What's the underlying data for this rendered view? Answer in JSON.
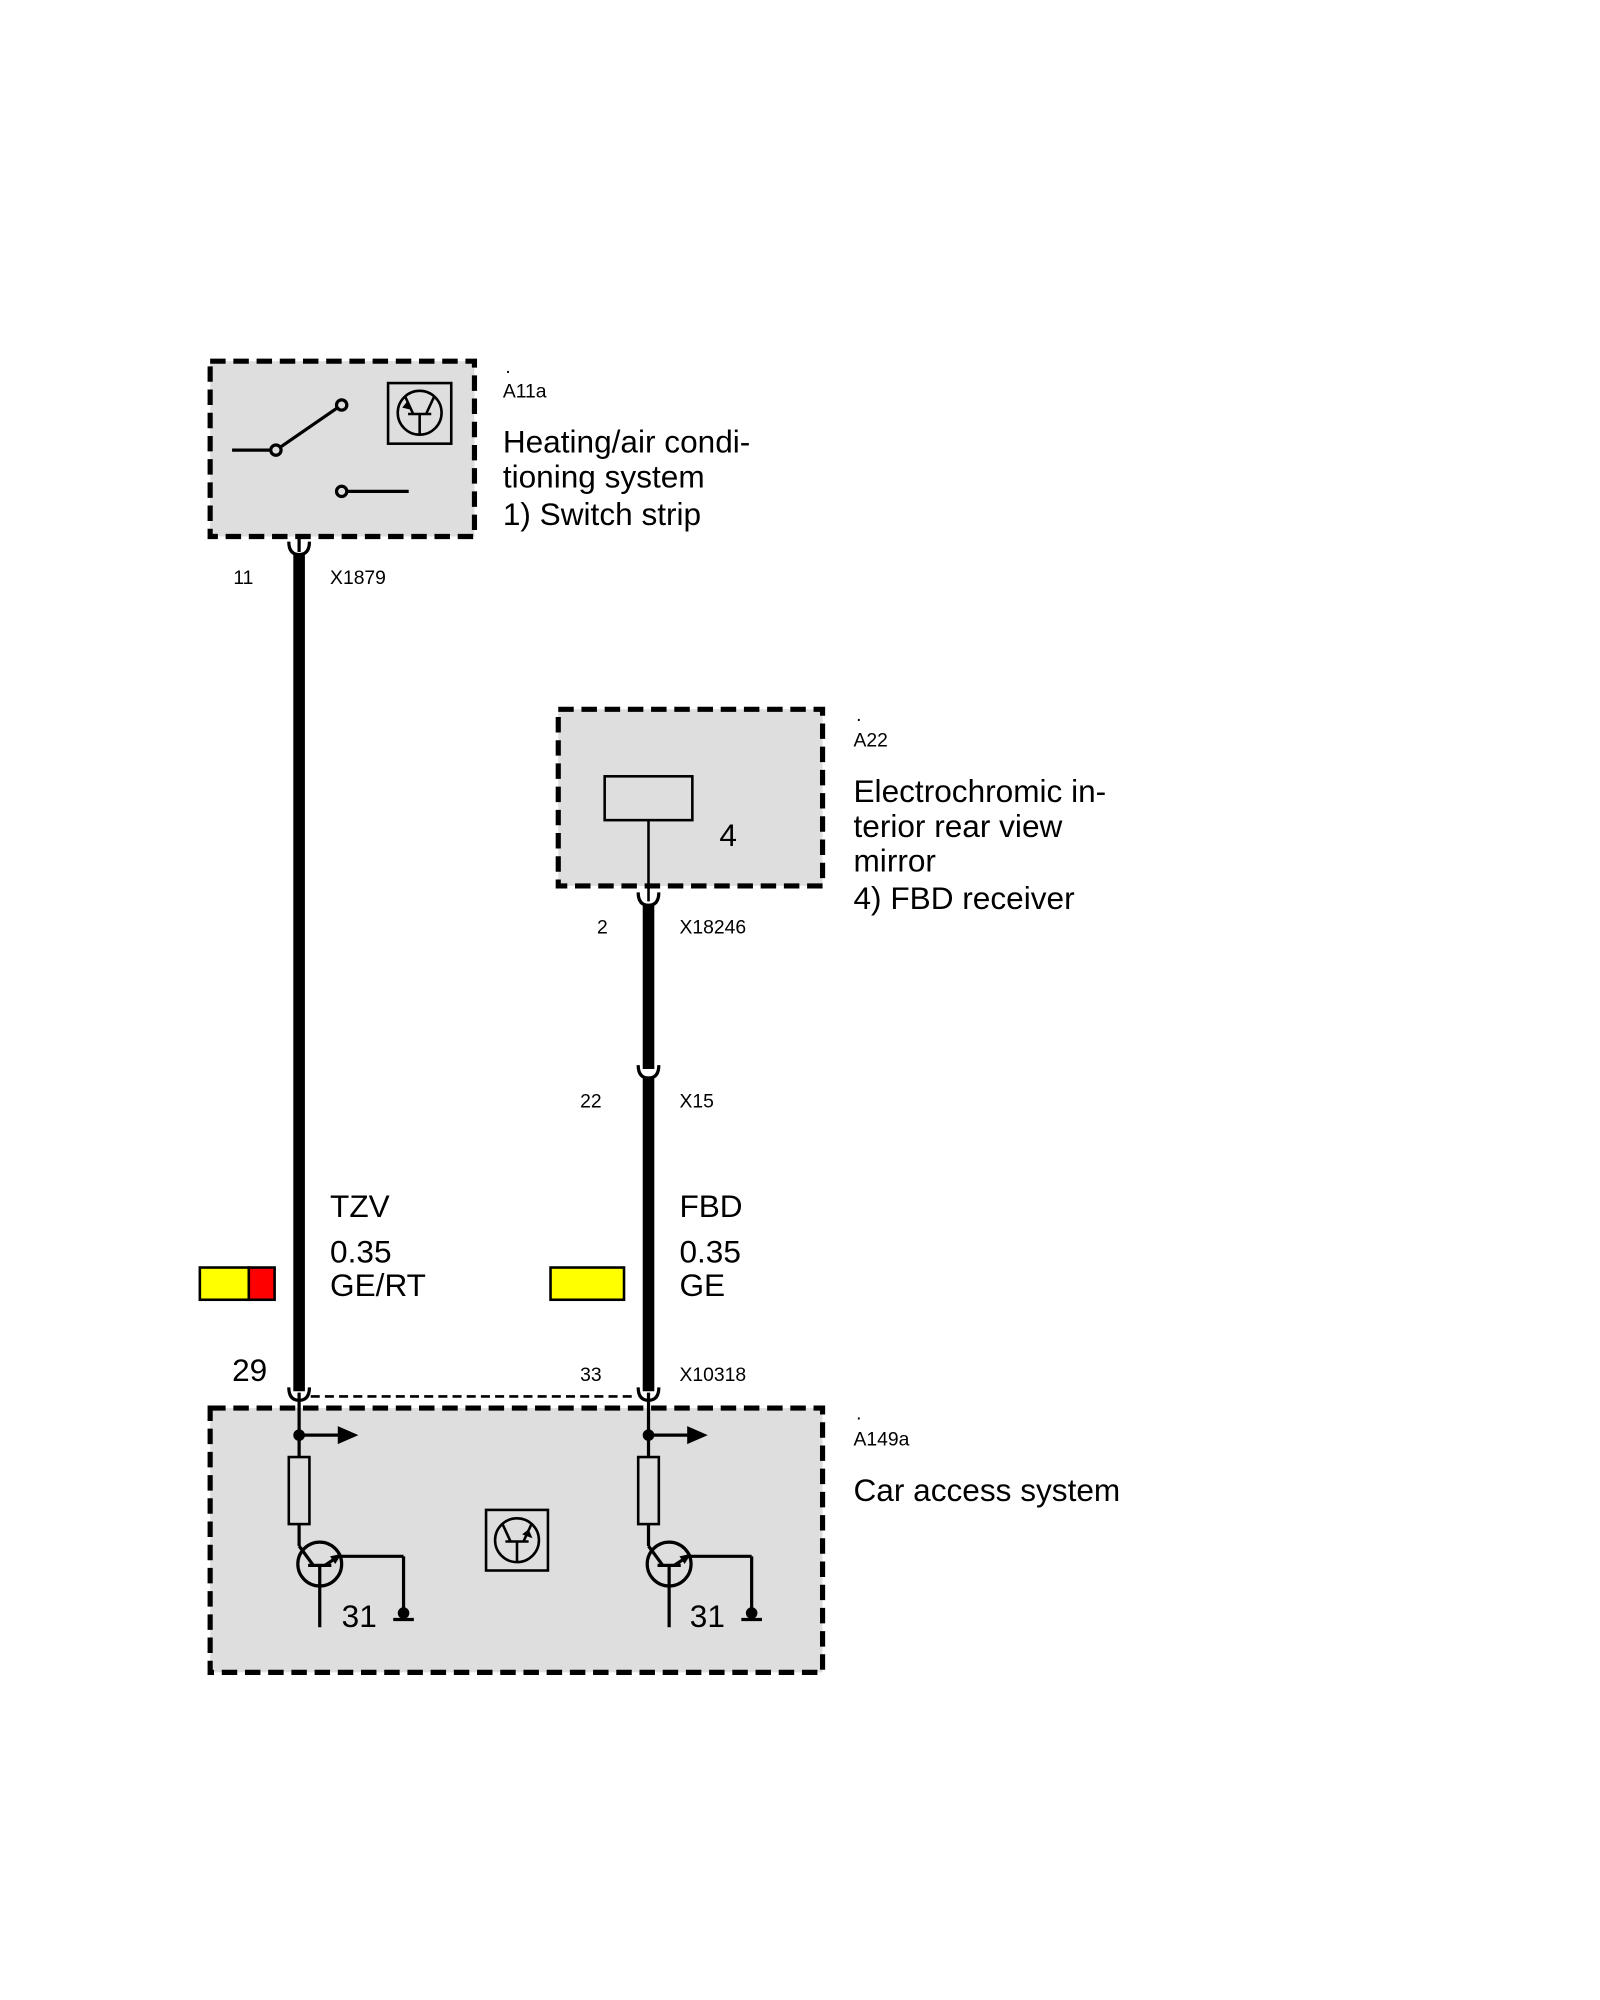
{
  "components": {
    "a11a": {
      "marker": ".",
      "id": "A11a",
      "lines": [
        "Heating/air condi-",
        "tioning system",
        "1) Switch strip"
      ]
    },
    "a22": {
      "marker": ".",
      "id": "A22",
      "lines": [
        "Electrochromic in-",
        "terior rear view",
        "mirror",
        "4) FBD receiver"
      ],
      "inner_label": "4"
    },
    "a149a": {
      "marker": ".",
      "id": "A149a",
      "lines": [
        "Car access system"
      ],
      "ground_left": "31",
      "ground_right": "31"
    }
  },
  "connectors": {
    "x1879": {
      "pin": "11",
      "id": "X1879"
    },
    "x18246": {
      "pin": "2",
      "id": "X18246"
    },
    "x15": {
      "pin": "22",
      "id": "X15"
    },
    "x10318": {
      "pin_left": "29",
      "pin_right": "33",
      "id": "X10318"
    }
  },
  "wires": [
    {
      "signal": "TZV",
      "cross_section": "0.35",
      "color_code": "GE/RT",
      "colors": [
        "#ffff00",
        "#ff0000"
      ]
    },
    {
      "signal": "FBD",
      "cross_section": "0.35",
      "color_code": "GE",
      "colors": [
        "#ffff00"
      ]
    }
  ],
  "colors": {
    "housing_fill": "#dedede",
    "line": "#000000"
  },
  "icons": [
    "switch-icon",
    "transistor-icon",
    "resistor-icon",
    "ground-icon",
    "arrow-icon"
  ]
}
